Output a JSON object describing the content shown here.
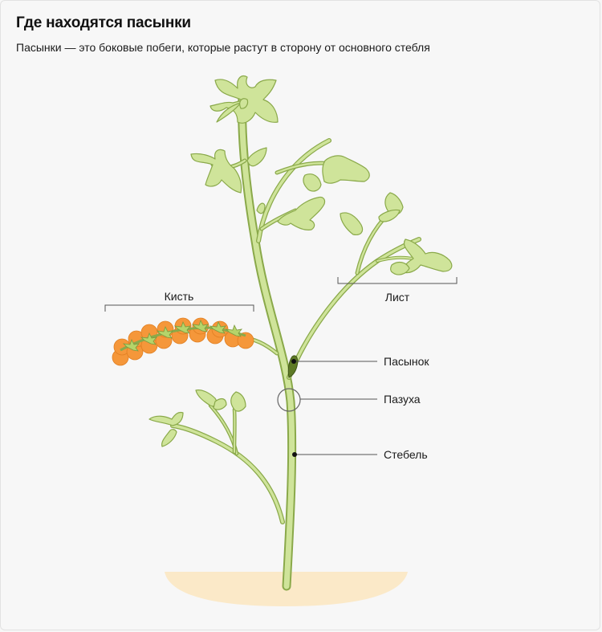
{
  "header": {
    "title": "Где находятся пасынки",
    "subtitle": "Пасынки — это боковые побеги, которые растут в сторону от основного стебля"
  },
  "labels": {
    "brush": "Кисть",
    "leaf": "Лист",
    "stepson": "Пасынок",
    "axil": "Пазуха",
    "stem": "Стебель"
  },
  "colors": {
    "background": "#f7f7f7",
    "plant_fill": "#cfe49a",
    "plant_stroke": "#8aa94a",
    "tomato": "#f5973a",
    "soil": "#fbe9c8",
    "stepson": "#5e7a26",
    "line": "#555555"
  }
}
